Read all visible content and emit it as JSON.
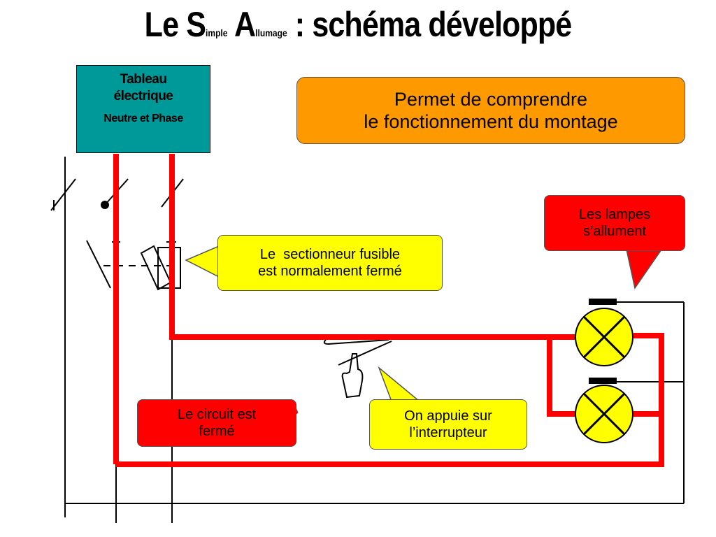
{
  "title": {
    "part1": "Le S",
    "part2": "imple",
    "part3": " A",
    "part4": "llumage",
    "part5": " : schéma développé"
  },
  "panel": {
    "line1": "Tableau",
    "line2": "électrique",
    "line3": "Neutre et Phase"
  },
  "info_box": {
    "line1": "Permet de comprendre",
    "line2": "le fonctionnement du montage"
  },
  "callouts": {
    "fuse": {
      "line1": "Le  sectionneur fusible",
      "line2": "est normalement fermé"
    },
    "lamps": {
      "line1": "Les lampes",
      "line2": "s’allument"
    },
    "circuit": {
      "line1": "Le circuit est",
      "line2": "fermé"
    },
    "switch": {
      "line1": "On appuie sur",
      "line2": "l’interrupteur"
    }
  },
  "colors": {
    "panel": "#009999",
    "info_box": "#ff9900",
    "callout_yellow": "#ffff00",
    "callout_red": "#ff0000",
    "live_wire": "#ff0000",
    "lamp": "#ffff00"
  }
}
